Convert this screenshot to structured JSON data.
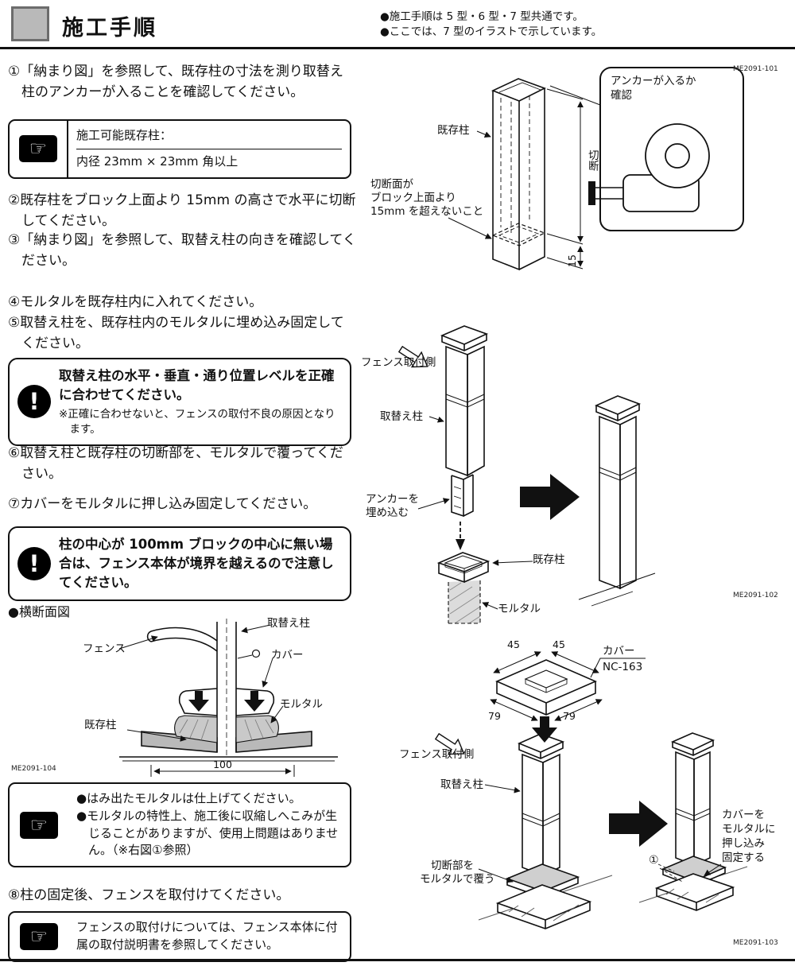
{
  "icons": {
    "hand": "☞",
    "warning": "!"
  },
  "header": {
    "title": "施工手順",
    "note1": "●施工手順は 5 型・6 型・7 型共通です。",
    "note2": "●ここでは、7 型のイラストで示しています。"
  },
  "steps": {
    "s1": "①「納まり図」を参照して、既存柱の寸法を測り取替え柱のアンカーが入ることを確認してください。",
    "s2": "②既存柱をブロック上面より 15mm の高さで水平に切断してください。",
    "s3": "③「納まり図」を参照して、取替え柱の向きを確認してください。",
    "s4": "④モルタルを既存柱内に入れてください。",
    "s5": "⑤取替え柱を、既存柱内のモルタルに埋め込み固定してください。",
    "s6": "⑥取替え柱と既存柱の切断部を、モルタルで覆ってください。",
    "s7": "⑦カバーをモルタルに押し込み固定してください。",
    "s8": "⑧柱の固定後、フェンスを取付けてください。"
  },
  "note_boxes": {
    "box1": {
      "title": "施工可能既存柱：",
      "body": "内径 23mm × 23mm 角以上"
    },
    "box2": {
      "line1": "●はみ出たモルタルは仕上げてください。",
      "line2": "●モルタルの特性上、施工後に収縮しへこみが生じることがありますが、使用上問題はありません。（※右図①参照）"
    },
    "box3": {
      "text": "フェンスの取付けについては、フェンス本体に付属の取付説明書を参照してください。"
    }
  },
  "warnings": {
    "w1_main": "取替え柱の水平・垂直・通り位置レベルを正確に合わせてください。",
    "w1_sub": "※正確に合わせないと、フェンスの取付不良の原因となります。",
    "w2_main": "柱の中心が 100mm ブロックの中心に無い場合は、フェンス本体が境界を越えるので注意してください。"
  },
  "cross_section": {
    "title": "●横断面図",
    "code": "ME2091-104",
    "labels": {
      "fence": "フェンス",
      "replacement_post": "取替え柱",
      "cover": "カバー",
      "mortar": "モルタル",
      "existing_post": "既存柱",
      "dim_100": "100"
    }
  },
  "diagram1": {
    "code": "ME2091-101",
    "callout_line1": "アンカーが入るか",
    "callout_line2": "確認",
    "existing_post": "既存柱",
    "cut_note_line1": "切断面が",
    "cut_note_line2": "ブロック上面より",
    "cut_note_line3": "15mm を超えないこと",
    "cut_label": "切断",
    "dim_15": "15"
  },
  "diagram2": {
    "code": "ME2091-102",
    "fence_side": "フェンス取付側",
    "replacement_post": "取替え柱",
    "anchor_line1": "アンカーを",
    "anchor_line2": "埋め込む",
    "existing_post": "既存柱",
    "mortar": "モルタル"
  },
  "diagram3": {
    "code": "ME2091-103",
    "dim_45a": "45",
    "dim_45b": "45",
    "cover_name": "カバー",
    "cover_model": "NC-163",
    "dim_79a": "79",
    "dim_79b": "79",
    "fence_side": "フェンス取付側",
    "replacement_post": "取替え柱",
    "cut_part_line1": "切断部を",
    "cut_part_line2": "モルタルで覆う",
    "ref_mark": "①",
    "push_line1": "カバーを",
    "push_line2": "モルタルに",
    "push_line3": "押し込み",
    "push_line4": "固定する"
  }
}
